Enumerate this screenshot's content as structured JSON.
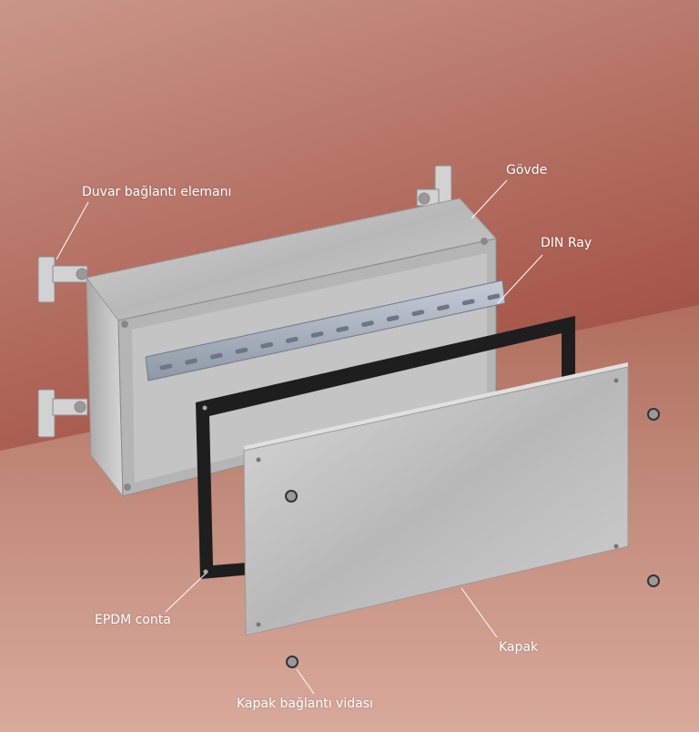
{
  "labels": {
    "wall_bracket": "Duvar bağlantı elemanı",
    "body": "Gövde",
    "din_rail": "DIN Ray",
    "gasket": "EPDM conta",
    "cover": "Kapak",
    "cover_screw": "Kapak bağlantı vidası"
  },
  "colors": {
    "wall_top": "#c9978a",
    "wall_dark": "#8e3a2e",
    "floor": "#c48e7e",
    "floor_bottom": "#d8aa9c",
    "steel": "#c8c8c8",
    "gasket": "#1e1e1e"
  }
}
